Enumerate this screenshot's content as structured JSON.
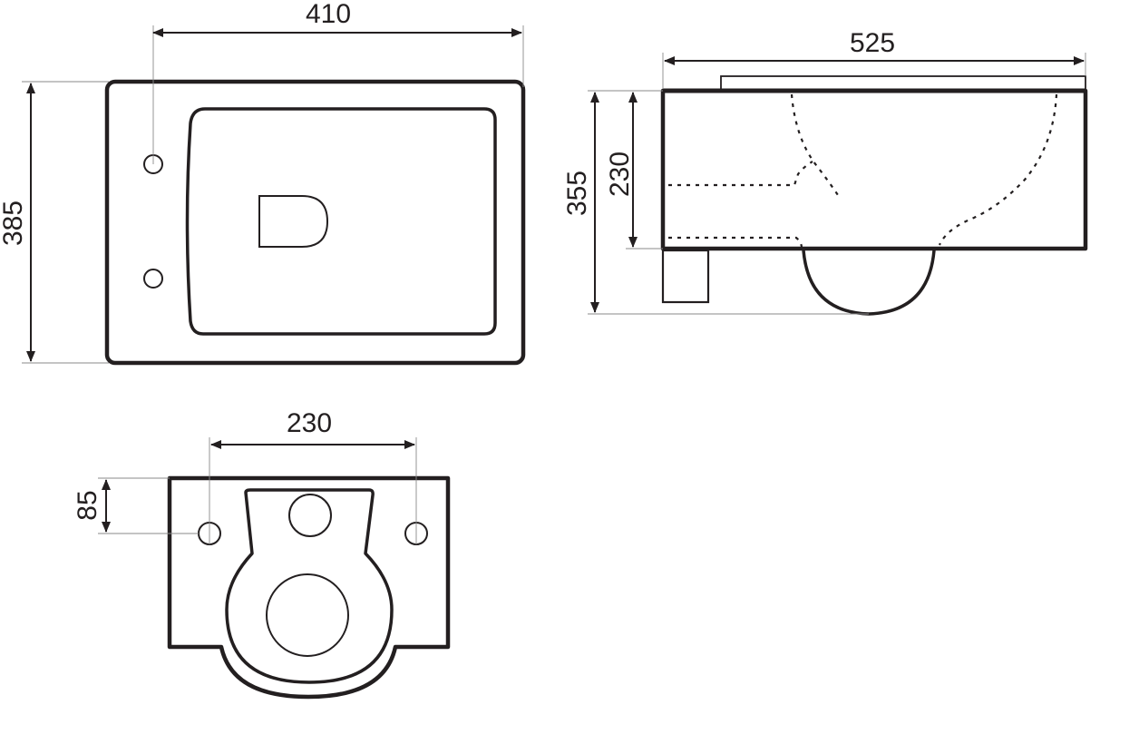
{
  "dimensions": {
    "top_width": "410",
    "top_height": "385",
    "side_length": "525",
    "side_height": "355",
    "side_outlet": "230",
    "back_mount_spacing": "230",
    "back_mount_height": "85"
  },
  "colors": {
    "line": "#231f20",
    "extension": "#8a8a8a",
    "background": "#ffffff"
  }
}
